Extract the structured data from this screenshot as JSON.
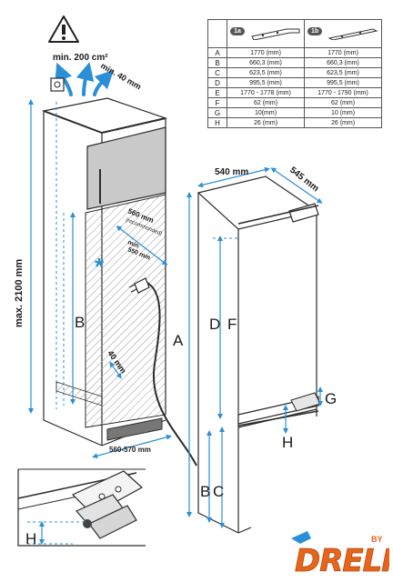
{
  "labels": {
    "vent_area": "min. 200 cm²",
    "vent_gap": "min. 40 mm",
    "max_height": "max. 2100 mm",
    "niche_depth_line1": "560 mm",
    "niche_depth_line2": "(recommended)",
    "niche_min_line1": "min",
    "niche_min_line2": "550 mm",
    "bottom_gap": "40 mm",
    "niche_width": "560-570 mm",
    "width": "540 mm",
    "depth": "545 mm",
    "star": "*"
  },
  "letters": {
    "A": "A",
    "B": "B",
    "B2": "B",
    "C": "C",
    "D": "D",
    "F": "F",
    "G": "G",
    "H": "H",
    "H2": "H"
  },
  "table": {
    "col1_badge": "1a",
    "col2_badge": "1b",
    "rows": [
      {
        "key": "A",
        "col1": "1770 (mm)",
        "col2": "1770 (mm)"
      },
      {
        "key": "B",
        "col1": "660,3 (mm)",
        "col2": "660,3 (mm)"
      },
      {
        "key": "C",
        "col1": "623,5 (mm)",
        "col2": "623,5 (mm)"
      },
      {
        "key": "D",
        "col1": "995,5 (mm)",
        "col2": "995,5 (mm)"
      },
      {
        "key": "E",
        "col1": "1770 - 1778 (mm)",
        "col2": "1770 - 1790 (mm)"
      },
      {
        "key": "F",
        "col1": "62 (mm)",
        "col2": "62 (mm)"
      },
      {
        "key": "G",
        "col1": "10(mm)",
        "col2": "10 (mm)"
      },
      {
        "key": "H",
        "col1": "26 (mm)",
        "col2": "26 (mm)"
      }
    ]
  },
  "logo": {
    "text": "DRELI",
    "superscript": "BY",
    "colors": {
      "primary": "#e8641b",
      "secondary": "#f29a2e",
      "accent": "#2a8fd6"
    }
  }
}
